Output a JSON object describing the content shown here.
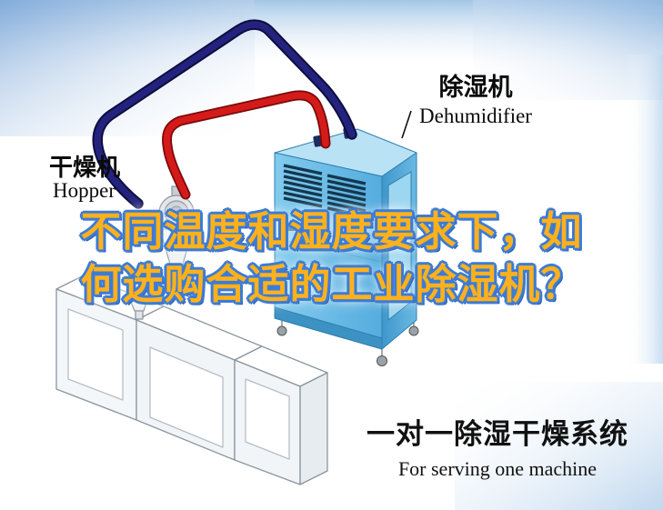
{
  "labels": {
    "hopper_cn": "干燥机",
    "hopper_en": "Hopper",
    "dehumidifier_cn": "除湿机",
    "dehumidifier_en": "Dehumidifier"
  },
  "headline": {
    "line1": "不同温度和湿度要求下，如",
    "line2": "何选购合适的工业除湿机？"
  },
  "footer": {
    "title_cn": "一对一除湿干燥系统",
    "subtitle_en": "For serving one machine"
  },
  "colors": {
    "headline_fill": "#ffb11c",
    "headline_outline": "#3c7cd6",
    "pipe_red": "#d51a1a",
    "pipe_navy": "#23237e",
    "machine_blue": "#6ec1e8",
    "background_accent": "#9ec3e6"
  }
}
